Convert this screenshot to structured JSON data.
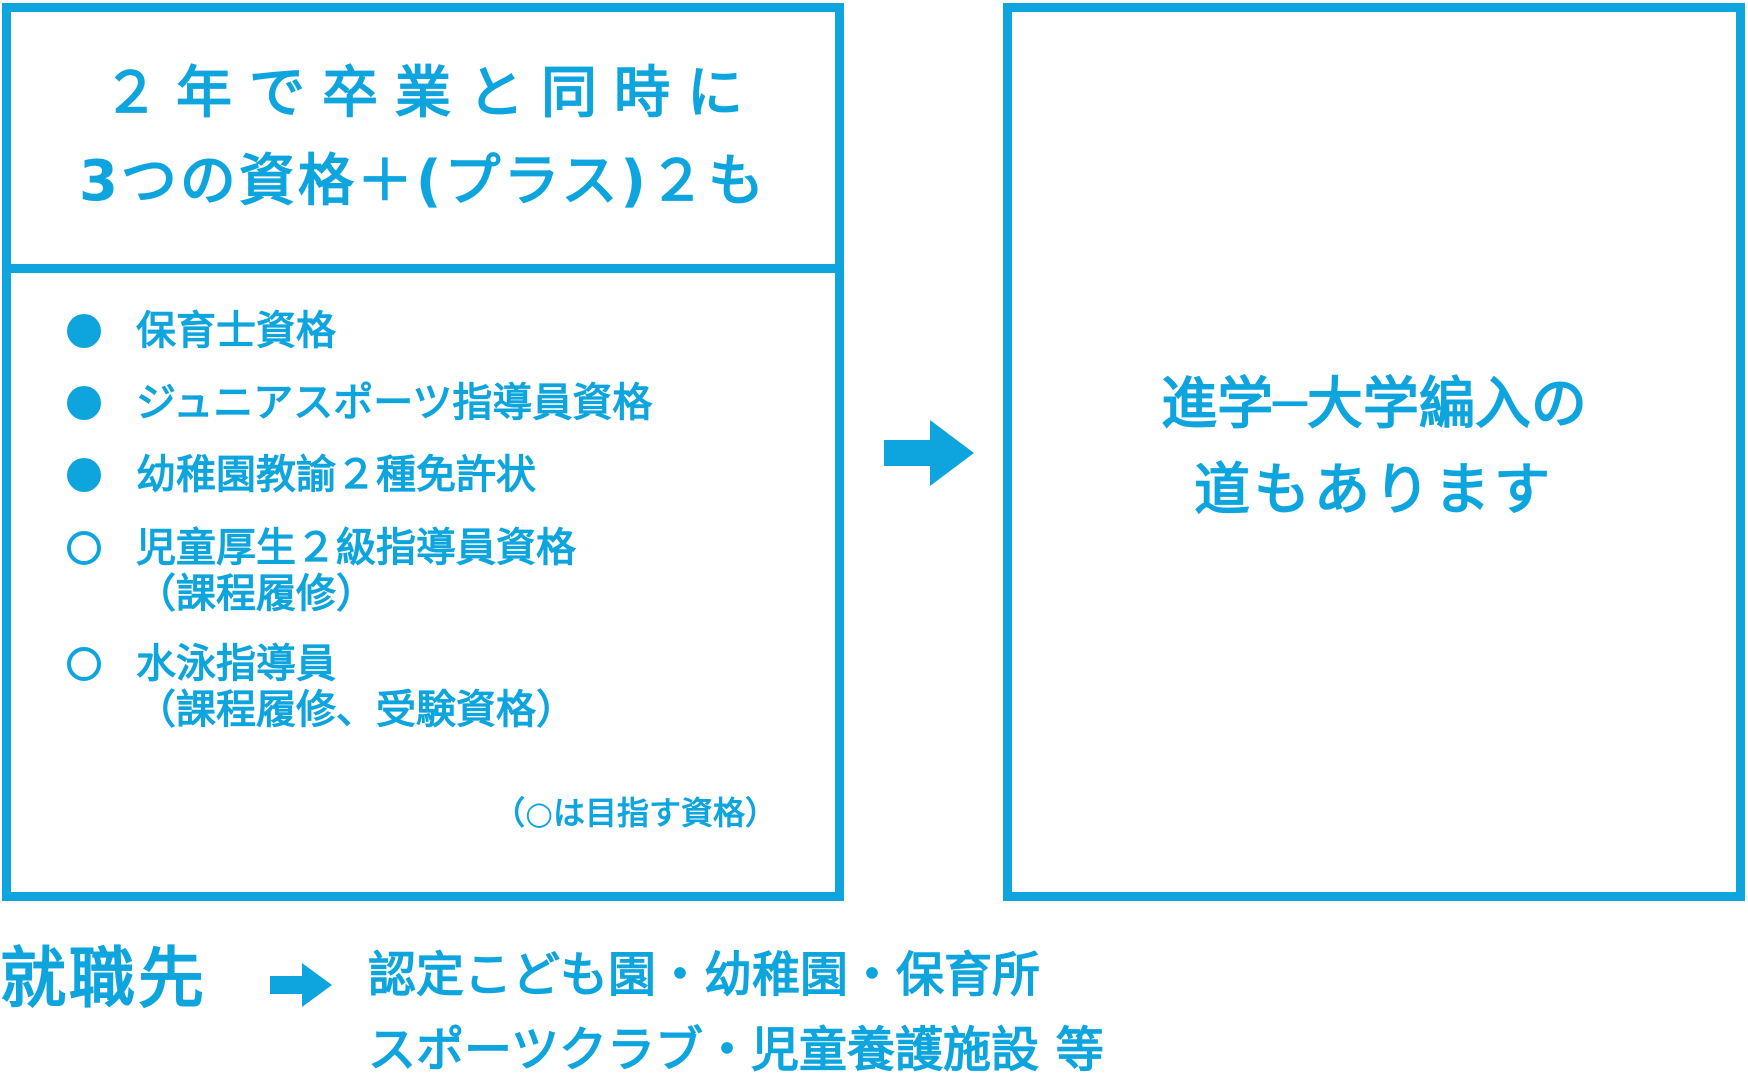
{
  "colors": {
    "accent": "#0ea5df",
    "background": "#ffffff"
  },
  "title_box": {
    "line1": "２年で卒業と同時に",
    "line2": "3つの資格＋(プラス)２も"
  },
  "qualifications": [
    {
      "marker": "filled-circle",
      "lines": [
        "保育士資格"
      ]
    },
    {
      "marker": "filled-circle",
      "lines": [
        "ジュニアスポーツ指導員資格"
      ]
    },
    {
      "marker": "filled-circle",
      "lines": [
        "幼稚園教諭２種免許状"
      ]
    },
    {
      "marker": "open-circle",
      "lines": [
        "児童厚生２級指導員資格",
        "（課程履修）"
      ]
    },
    {
      "marker": "open-circle",
      "lines": [
        "水泳指導員",
        "（課程履修、受験資格）"
      ]
    }
  ],
  "note": "（○は目指す資格）",
  "further_study": {
    "line1": "進学─大学編入の",
    "line2": "道もあります"
  },
  "employment": {
    "label": "就職先",
    "line1": "認定こども園・幼稚園・保育所",
    "line2": "スポーツクラブ・児童養護施設 等"
  }
}
